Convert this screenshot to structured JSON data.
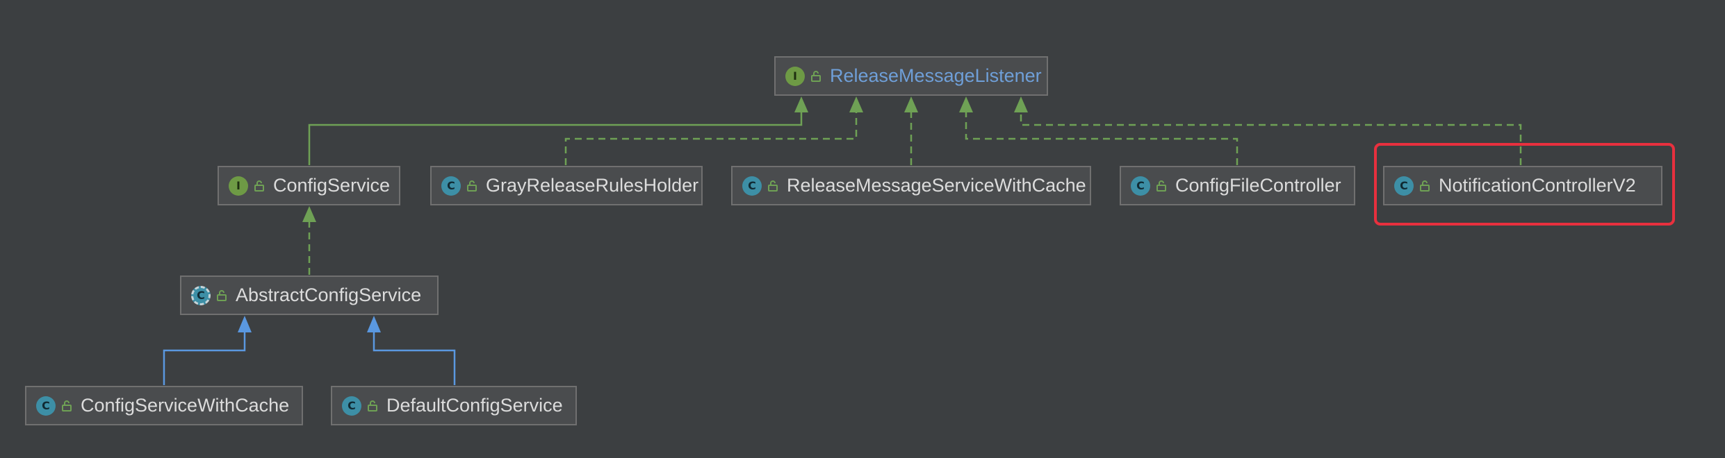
{
  "diagram": {
    "nodes": {
      "release_message_listener": {
        "kind": "I",
        "name": "ReleaseMessageListener",
        "accent": true
      },
      "config_service": {
        "kind": "I",
        "name": "ConfigService"
      },
      "gray_release_rules_holder": {
        "kind": "C",
        "name": "GrayReleaseRulesHolder"
      },
      "release_message_service_with_cache": {
        "kind": "C",
        "name": "ReleaseMessageServiceWithCache"
      },
      "config_file_controller": {
        "kind": "C",
        "name": "ConfigFileController"
      },
      "notification_controller_v2": {
        "kind": "C",
        "name": "NotificationControllerV2",
        "highlighted": true
      },
      "abstract_config_service": {
        "kind": "C",
        "name": "AbstractConfigService",
        "abstract": true
      },
      "config_service_with_cache": {
        "kind": "C",
        "name": "ConfigServiceWithCache"
      },
      "default_config_service": {
        "kind": "C",
        "name": "DefaultConfigService"
      }
    },
    "edges": [
      {
        "from": "config_service",
        "to": "release_message_listener",
        "type": "extends-interface"
      },
      {
        "from": "gray_release_rules_holder",
        "to": "release_message_listener",
        "type": "implements"
      },
      {
        "from": "release_message_service_with_cache",
        "to": "release_message_listener",
        "type": "implements"
      },
      {
        "from": "config_file_controller",
        "to": "release_message_listener",
        "type": "implements"
      },
      {
        "from": "notification_controller_v2",
        "to": "release_message_listener",
        "type": "implements"
      },
      {
        "from": "abstract_config_service",
        "to": "config_service",
        "type": "implements"
      },
      {
        "from": "config_service_with_cache",
        "to": "abstract_config_service",
        "type": "extends-class"
      },
      {
        "from": "default_config_service",
        "to": "abstract_config_service",
        "type": "extends-class"
      }
    ]
  },
  "colors": {
    "background": "#3c3f41",
    "interface_edge": "#6fa155",
    "class_edge": "#5a98e0",
    "highlight": "#e8303e",
    "accent_text": "#6f9fd8",
    "text": "#dcdcdc"
  }
}
